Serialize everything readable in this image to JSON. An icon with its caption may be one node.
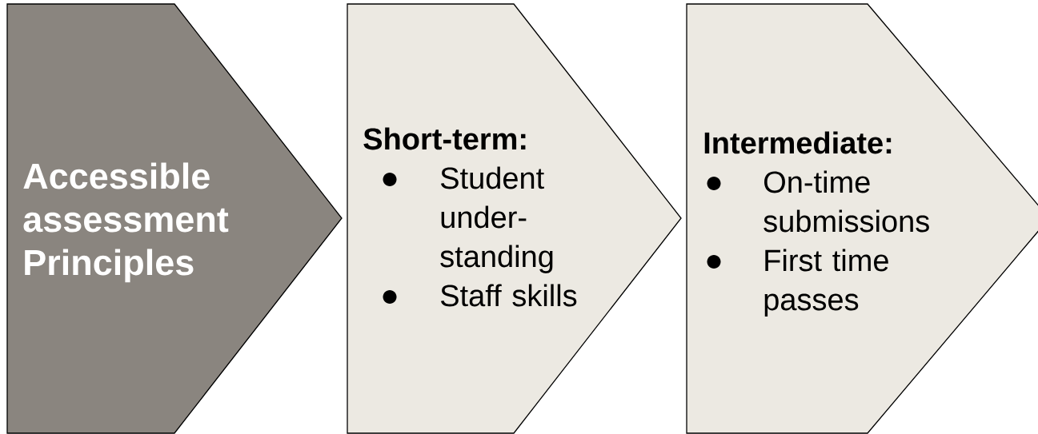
{
  "diagram": {
    "nodes": [
      {
        "text": [
          "Accessible assessment Principles"
        ]
      },
      {
        "text": [
          "Short-term:",
          "Student under-standing",
          "Staff skills"
        ]
      },
      {
        "text": [
          "Intermediate:",
          "On-time submissions",
          "First time passes"
        ]
      }
    ]
  }
}
